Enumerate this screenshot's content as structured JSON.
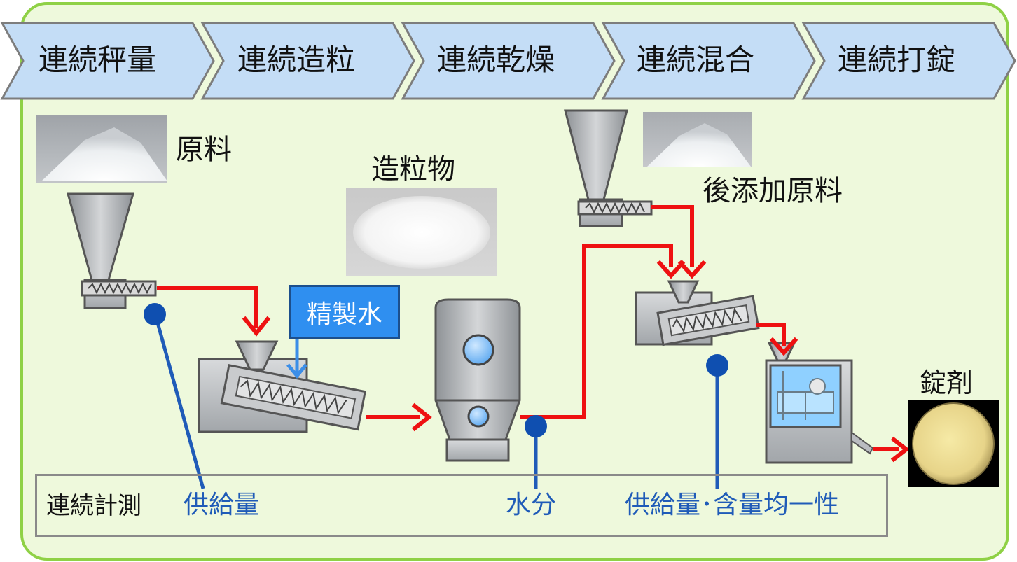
{
  "process_steps": [
    {
      "label": "連続秤量"
    },
    {
      "label": "連続造粒"
    },
    {
      "label": "連続乾燥"
    },
    {
      "label": "連続混合"
    },
    {
      "label": "連続打錠"
    }
  ],
  "materials": {
    "raw": "原料",
    "granules": "造粒物",
    "additive": "後添加原料",
    "tablet": "錠剤"
  },
  "inputs": {
    "purified_water": "精製水"
  },
  "measurement": {
    "title": "連続計測",
    "points": [
      {
        "label": "供給量"
      },
      {
        "label": "水分"
      },
      {
        "label": "供給量･含量均一性"
      }
    ]
  },
  "colors": {
    "frame_border": "#8fd146",
    "frame_fill": "#eef9dc",
    "step_fill": "#c4ddf6",
    "flow_arrow": "#ee1111",
    "measure_line": "#1f5bb8",
    "measure_dot": "#0f4fb0",
    "water_box": "#2f8ff0",
    "water_arrow": "#3b8ee8"
  }
}
